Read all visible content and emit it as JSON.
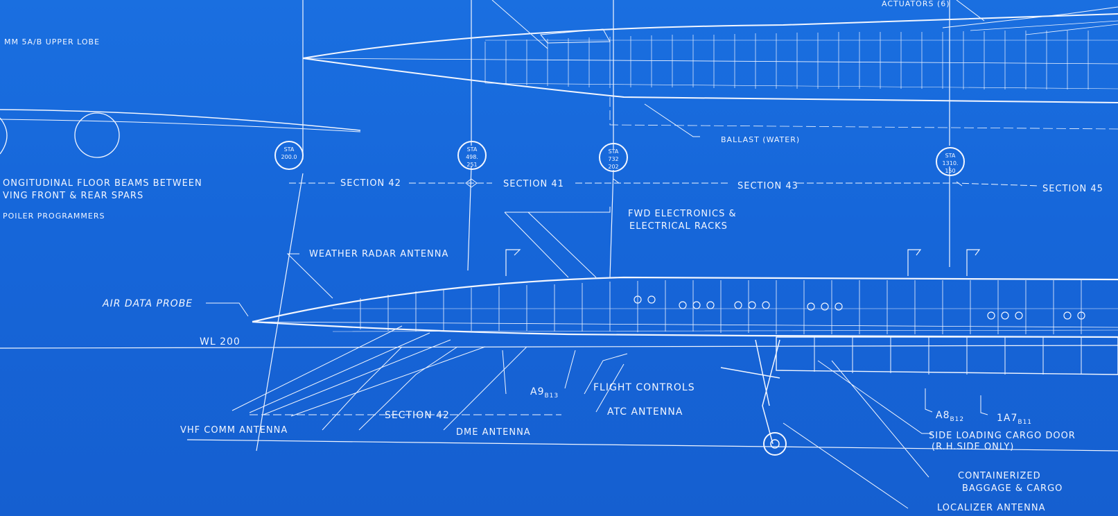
{
  "labels": {
    "upper_lobe": "MM 5A/B UPPER LOBE",
    "actuators": "ACTUATORS (6)",
    "ballast": "BALLAST (WATER)",
    "floor_beams_1": "ONGITUDINAL FLOOR BEAMS BETWEEN",
    "floor_beams_2": "VING FRONT & REAR SPARS",
    "spoiler": "POILER PROGRAMMERS",
    "section42_top": "SECTION 42",
    "section41": "SECTION 41",
    "section43": "SECTION 43",
    "section45": "SECTION 45",
    "fwd_elec_1": "FWD ELECTRONICS &",
    "fwd_elec_2": "ELECTRICAL RACKS",
    "weather_radar": "WEATHER RADAR ANTENNA",
    "air_data": "AIR DATA PROBE",
    "wl200": "WL 200",
    "a9": "A9",
    "a9_sub": "B13",
    "flight_controls": "FLIGHT CONTROLS",
    "atc": "ATC ANTENNA",
    "section42_bottom": "SECTION 42",
    "vhf": "VHF COMM ANTENNA",
    "dme": "DME ANTENNA",
    "a8": "A8",
    "a8_sub": "B12",
    "a7": "1A7",
    "a7_sub": "B11",
    "cargo_door_1": "SIDE LOADING CARGO DOOR",
    "cargo_door_2": "(R.H.SIDE ONLY)",
    "baggage_1": "CONTAINERIZED",
    "baggage_2": "BAGGAGE & CARGO",
    "localizer": "LOCALIZER ANTENNA"
  },
  "stations": [
    {
      "l1": "STA",
      "l2": "200.0",
      "l3": ""
    },
    {
      "l1": "STA",
      "l2": "498.",
      "l3": "251"
    },
    {
      "l1": "STA",
      "l2": "732",
      "l3": "202"
    },
    {
      "l1": "STA",
      "l2": "1310.",
      "l3": "150"
    }
  ],
  "colors": {
    "background": "#1666d9",
    "ink": "#f2f6ff"
  }
}
